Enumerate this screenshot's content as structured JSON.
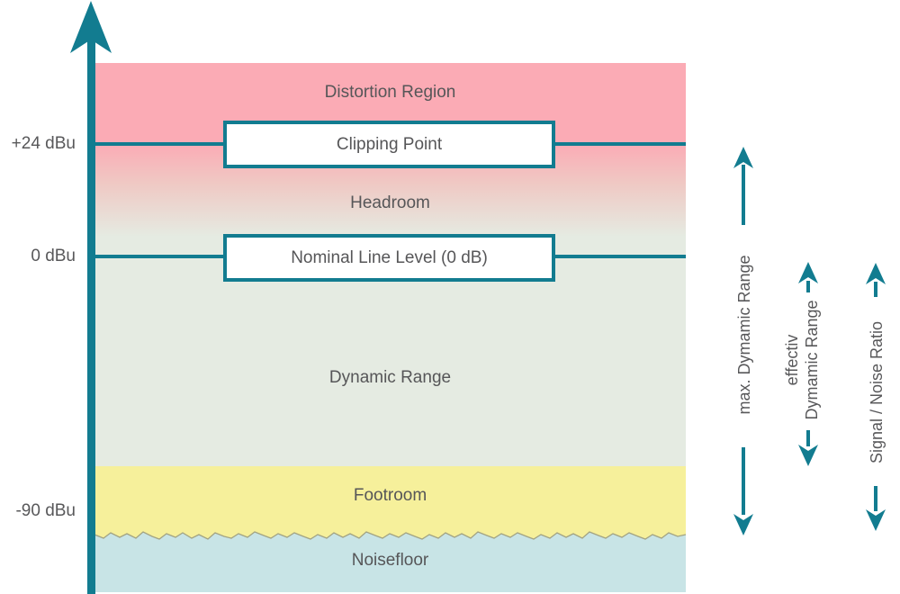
{
  "colors": {
    "teal": "#127c90",
    "distortion_pink": "#fbabb5",
    "dynamic_green": "#e5ebe2",
    "footroom_yellow": "#f6f09b",
    "noisefloor_blue": "#c8e4e6",
    "text_gray": "#58585a"
  },
  "axis": {
    "tick_labels": [
      {
        "text": "+24 dBu"
      },
      {
        "text": "0 dBu"
      },
      {
        "text": "-90 dBu"
      }
    ]
  },
  "regions": [
    {
      "label": "Distortion Region"
    },
    {
      "label": "Headroom"
    },
    {
      "label": "Dynamic Range"
    },
    {
      "label": "Footroom"
    },
    {
      "label": "Noisefloor"
    }
  ],
  "level_boxes": [
    {
      "label": "Clipping Point"
    },
    {
      "label": "Nominal Line Level (0 dB)"
    }
  ],
  "range_arrows": [
    {
      "label": "max. Dymamic Range"
    },
    {
      "line1": "effectiv",
      "line2": "Dymamic Range"
    },
    {
      "label": "Signal / Noise Ratio"
    }
  ]
}
